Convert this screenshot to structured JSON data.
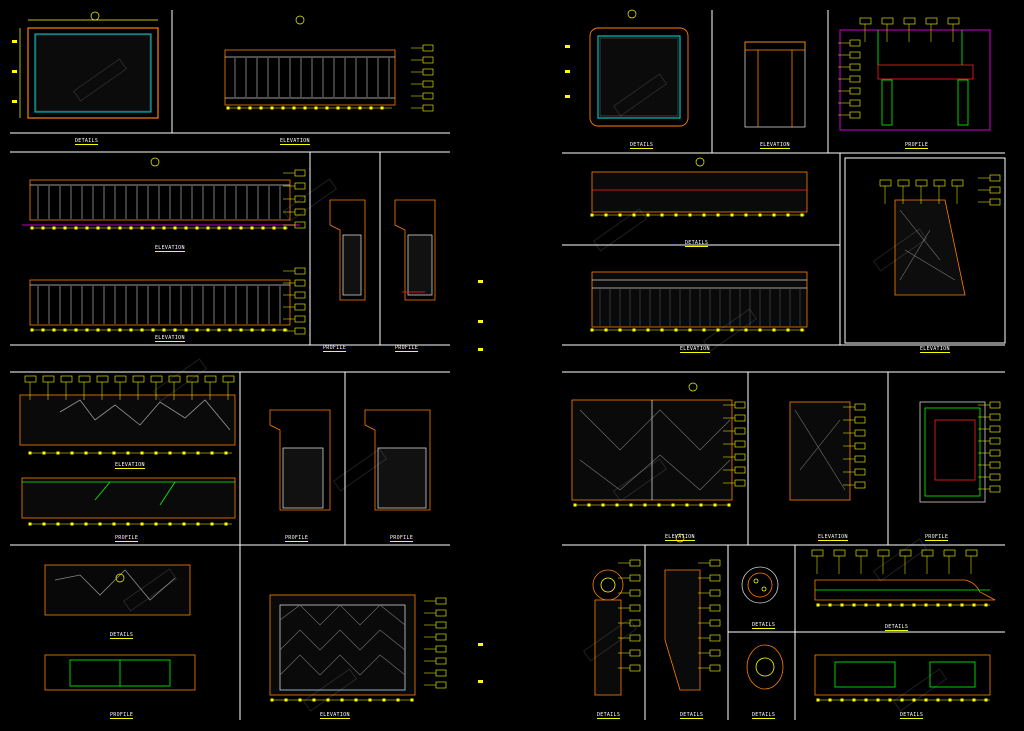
{
  "sheet": {
    "background": "#000000",
    "line_colors": {
      "frame": "#ffffff",
      "dimension": "#ffff00",
      "outline": "#ff8000",
      "hatch": "#d0d0d0",
      "accent_cyan": "#00ffff",
      "accent_green": "#00ff00",
      "accent_magenta": "#ff00ff",
      "accent_red": "#ff2020"
    }
  },
  "captions": {
    "details": "DETAILS",
    "elevation": "ELEVATION",
    "profile": "PROFILE"
  }
}
